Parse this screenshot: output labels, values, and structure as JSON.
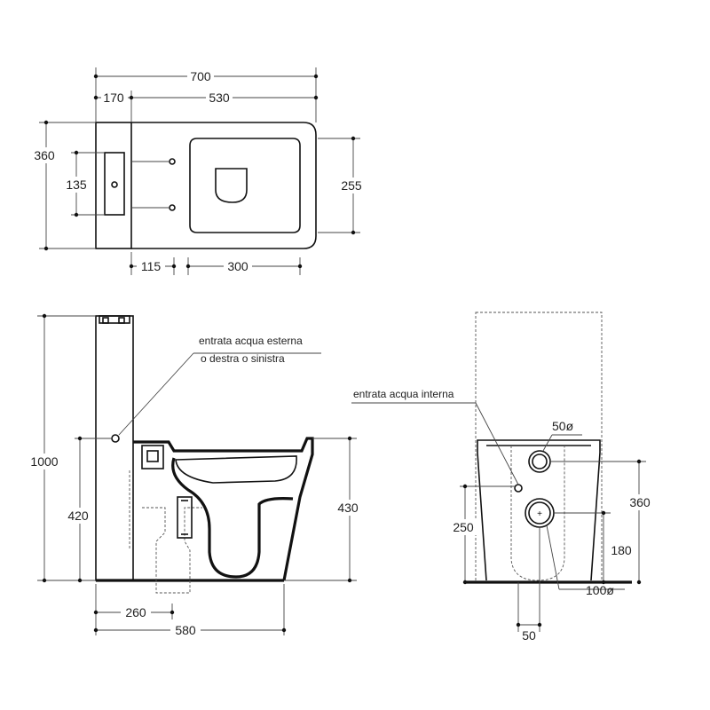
{
  "top_view": {
    "overall_width": "700",
    "tank_depth": "170",
    "bowl_length": "530",
    "overall_depth": "360",
    "tank_outlet_spacing": "135",
    "bowl_width": "255",
    "fixing_offset": "115",
    "fixing_spacing": "300"
  },
  "side_view": {
    "total_height": "1000",
    "water_inlet_height": "420",
    "bowl_height": "430",
    "outlet_offset": "260",
    "overall_depth": "580",
    "note_external_inlet_line1": "entrata acqua esterna",
    "note_external_inlet_line2": "o destra o sinistra"
  },
  "rear_view": {
    "note_internal_inlet": "entrata acqua interna",
    "inlet_diameter": "50ø",
    "inlet_height": "360",
    "internal_inlet_height": "250",
    "outlet_height": "180",
    "outlet_diameter": "100ø",
    "outlet_width": "50"
  }
}
